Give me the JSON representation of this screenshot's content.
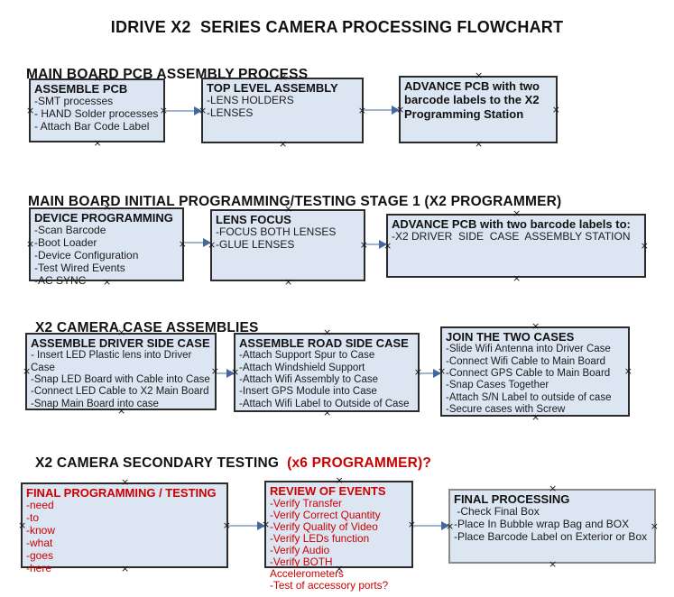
{
  "title": "IDRIVE X2  SERIES CAMERA PROCESSING FLOWCHART",
  "colors": {
    "box_fill": "#dce6f2",
    "red": "#cc0000",
    "arrow_line": "#a3b4cd",
    "arrow_head": "#44689d"
  },
  "sections": [
    {
      "heading": "MAIN BOARD PCB ASSEMBLY PROCESS",
      "boxes": [
        {
          "title": "ASSEMBLE PCB",
          "items": [
            "-SMT processes",
            "- HAND Solder processes",
            "- Attach Bar Code Label"
          ]
        },
        {
          "title": "TOP LEVEL ASSEMBLY",
          "items": [
            "-LENS HOLDERS",
            "-LENSES"
          ]
        },
        {
          "title": "ADVANCE PCB with two barcode labels to the X2 Programming Station",
          "items": []
        }
      ]
    },
    {
      "heading": "MAIN BOARD INITIAL PROGRAMMING/TESTING STAGE 1 (X2 PROGRAMMER)",
      "boxes": [
        {
          "title": "DEVICE PROGRAMMING",
          "items": [
            "-Scan Barcode",
            "-Boot Loader",
            "-Device Configuration",
            "-Test Wired Events",
            "-AC SYNC"
          ]
        },
        {
          "title": "LENS FOCUS",
          "items": [
            "-FOCUS BOTH LENSES",
            "-GLUE LENSES"
          ]
        },
        {
          "title": "ADVANCE PCB with two barcode labels to:",
          "items": [
            "-X2 DRIVER  SIDE  CASE  ASSEMBLY STATION"
          ]
        }
      ]
    },
    {
      "heading": "X2 CAMERA CASE ASSEMBLIES",
      "boxes": [
        {
          "title": "ASSEMBLE DRIVER SIDE CASE",
          "items": [
            "- Insert LED Plastic lens into Driver Case",
            "-Snap LED Board with Cable into Case",
            "-Connect LED Cable to X2 Main Board",
            "-Snap Main Board into case"
          ]
        },
        {
          "title": "ASSEMBLE ROAD SIDE CASE",
          "items": [
            "-Attach Support Spur to Case",
            "-Attach Windshield Support",
            "-Attach Wifi Assembly to Case",
            "-Insert GPS Module into Case",
            "-Attach Wifi Label to Outside of Case"
          ]
        },
        {
          "title": "JOIN THE TWO CASES",
          "items": [
            "-Slide Wifi Antenna into Driver Case",
            "-Connect Wifi Cable to Main Board",
            "-Connect GPS Cable to Main Board",
            "-Snap Cases Together",
            "-Attach S/N Label to outside of case",
            "-Secure cases with Screw"
          ]
        }
      ]
    },
    {
      "heading": "X2 CAMERA SECONDARY TESTING",
      "heading_accent": "  (x6 PROGRAMMER)?",
      "boxes": [
        {
          "title": "FINAL PROGRAMMING / TESTING",
          "items": [
            "-need",
            "-to",
            "-know",
            "-what",
            "-goes",
            "-here"
          ]
        },
        {
          "title": "REVIEW OF EVENTS",
          "items": [
            "-Verify Transfer",
            "-Verify Correct Quantity",
            "-Verify Quality of Video",
            "-Verify LEDs function",
            "-Verify Audio",
            "-Verify BOTH Accelerometers",
            "-Test of accessory ports?"
          ]
        },
        {
          "title": "FINAL PROCESSING",
          "items": [
            " -Check Final Box",
            "-Place In Bubble wrap Bag and BOX",
            "-Place Barcode Label on Exterior or Box"
          ]
        }
      ]
    }
  ]
}
